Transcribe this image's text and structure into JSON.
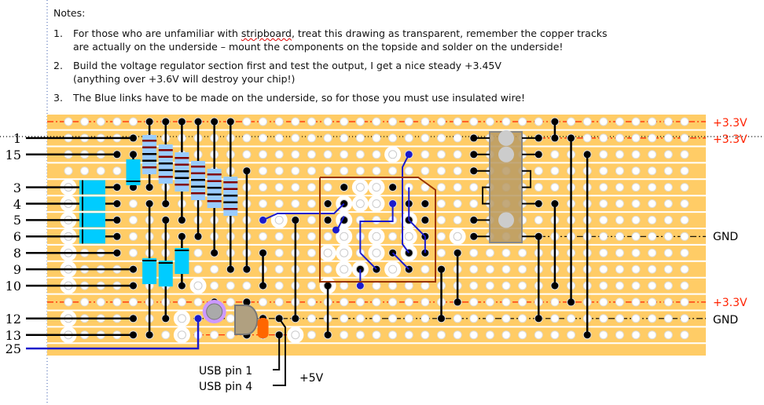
{
  "notes": {
    "title": "Notes:",
    "items": [
      {
        "num": "1.",
        "pre": "For those who are unfamiliar with ",
        "highlight": "stripboard",
        "post": ", treat this drawing as transparent, remember the copper tracks\nare actually on the underside – mount the components on the topside and solder on the underside!"
      },
      {
        "num": "2.",
        "pre": "Build the voltage regulator section first and test the output, I get a nice steady +3.45V\n(anything over +3.6V will destroy your chip!)",
        "highlight": "",
        "post": ""
      },
      {
        "num": "3.",
        "pre": "The Blue links have to be made on the underside, so for those you must use insulated wire!",
        "highlight": "",
        "post": ""
      }
    ]
  },
  "pin_labels": [
    "1",
    "15",
    "3",
    "4",
    "5",
    "6",
    "8",
    "9",
    "10",
    "12",
    "13",
    "25"
  ],
  "rail_labels": [
    "+3.3V",
    "+3.3V",
    "GND",
    "+3.3V",
    "GND"
  ],
  "usb_labels": {
    "pin1": "USB pin 1",
    "pin4": "USB pin 4",
    "supply": "+5V"
  },
  "colors": {
    "board": "#ffcc66",
    "rail_red": "#ff2200",
    "link_blue": "#1a1acc",
    "capacitor": "#00ccff",
    "resistor": "#99ccff",
    "ic": "#b89a64"
  }
}
